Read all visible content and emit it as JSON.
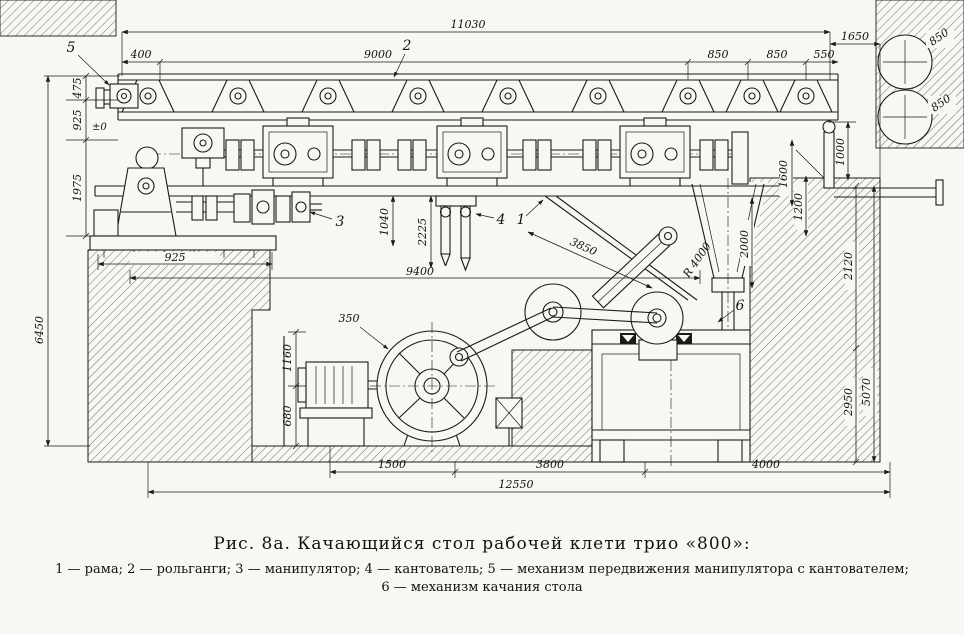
{
  "figure": {
    "caption": "Рис. 8а. Качающийся стол рабочей клети трио «800»:",
    "legend_line1": "1 — рама; 2 — рольганги; 3 — манипулятор; 4 — кантователь; 5 — механизм передвижения манипулятора с кантователем;",
    "legend_line2": "6 — механизм качания стола"
  },
  "dims": {
    "top_total": "11030",
    "top_right": "1650",
    "seg_400": "400",
    "seg_9000": "9000",
    "seg_850a": "850",
    "seg_850b": "850",
    "seg_550": "550",
    "roll_dia_top": "850",
    "roll_dia_bottom": "850",
    "left_475": "475",
    "left_925": "925",
    "left_pm0": "±0",
    "left_1975": "1975",
    "left_6450": "6450",
    "mid_925": "925",
    "mid_9400": "9400",
    "diag_3850": "3850",
    "v_1040": "1040",
    "v_2225": "2225",
    "v_1160": "1160",
    "v_680": "680",
    "v_350": "350",
    "radius_4000": "R 4000",
    "r_1000": "1000",
    "r_1600": "1600",
    "r_1200": "1200",
    "r_2000": "2000",
    "r_2120": "2120",
    "r_2950": "2950",
    "r_5070": "5070",
    "bot_1500": "1500",
    "bot_3800": "3800",
    "bot_4000": "4000",
    "bot_total": "12550"
  },
  "callouts": {
    "frame": "1",
    "roller_table": "2",
    "manipulator": "3",
    "tilter": "4",
    "travel_mechanism": "5",
    "rocking_mechanism": "6"
  },
  "colors": {
    "ink": "#1b1b1b",
    "paper": "#f8f7f2"
  }
}
